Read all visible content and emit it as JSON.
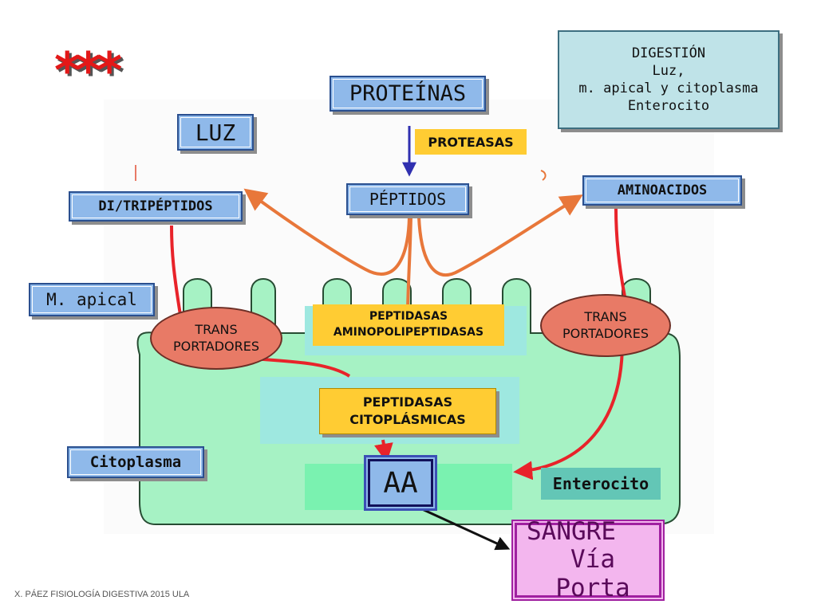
{
  "header": {
    "stars": "***",
    "digestion_box": {
      "line1": "DIGESTIÓN",
      "line2": "Luz,",
      "line3": "m. apical y citoplasma",
      "line4": "Enterocito"
    }
  },
  "labels": {
    "proteinas": "PROTEÍNAS",
    "luz": "LUZ",
    "proteasas": "PROTEASAS",
    "peptidos": "PÉPTIDOS",
    "aminoacidos": "AMINOACIDOS",
    "di_tripeptidos": "DI/TRIPÉPTIDOS",
    "m_apical": "M. apical",
    "citoplasma": "Citoplasma",
    "enterocito": "Enterocito",
    "aa": "AA"
  },
  "transporters": {
    "left": {
      "line1": "TRANS",
      "line2": "PORTADORES"
    },
    "right": {
      "line1": "TRANS",
      "line2": "PORTADORES"
    }
  },
  "enzymes": {
    "apical": {
      "line1": "PEPTIDASAS",
      "line2": "AMINOPOLIPEPTIDASAS"
    },
    "cytoplasmic": {
      "line1": "PEPTIDASAS",
      "line2": "CITOPLÁSMICAS"
    }
  },
  "sangre": {
    "line1": "SANGRE",
    "line2": "Vía Porta"
  },
  "footer": "X. PÁEZ   FISIOLOGÍA DIGESTIVA 2015 ULA",
  "colors": {
    "cell": "#a6f2c4",
    "cell_border": "#274c33",
    "blue_box": "#8fb9ea",
    "yellow_box": "#ffcc33",
    "transporter": "#e87a66",
    "orange_arrow": "#e8773a",
    "red_arrow": "#e8232a",
    "sangre_fill": "#f3b6ee",
    "sangre_border": "#a020a0"
  }
}
